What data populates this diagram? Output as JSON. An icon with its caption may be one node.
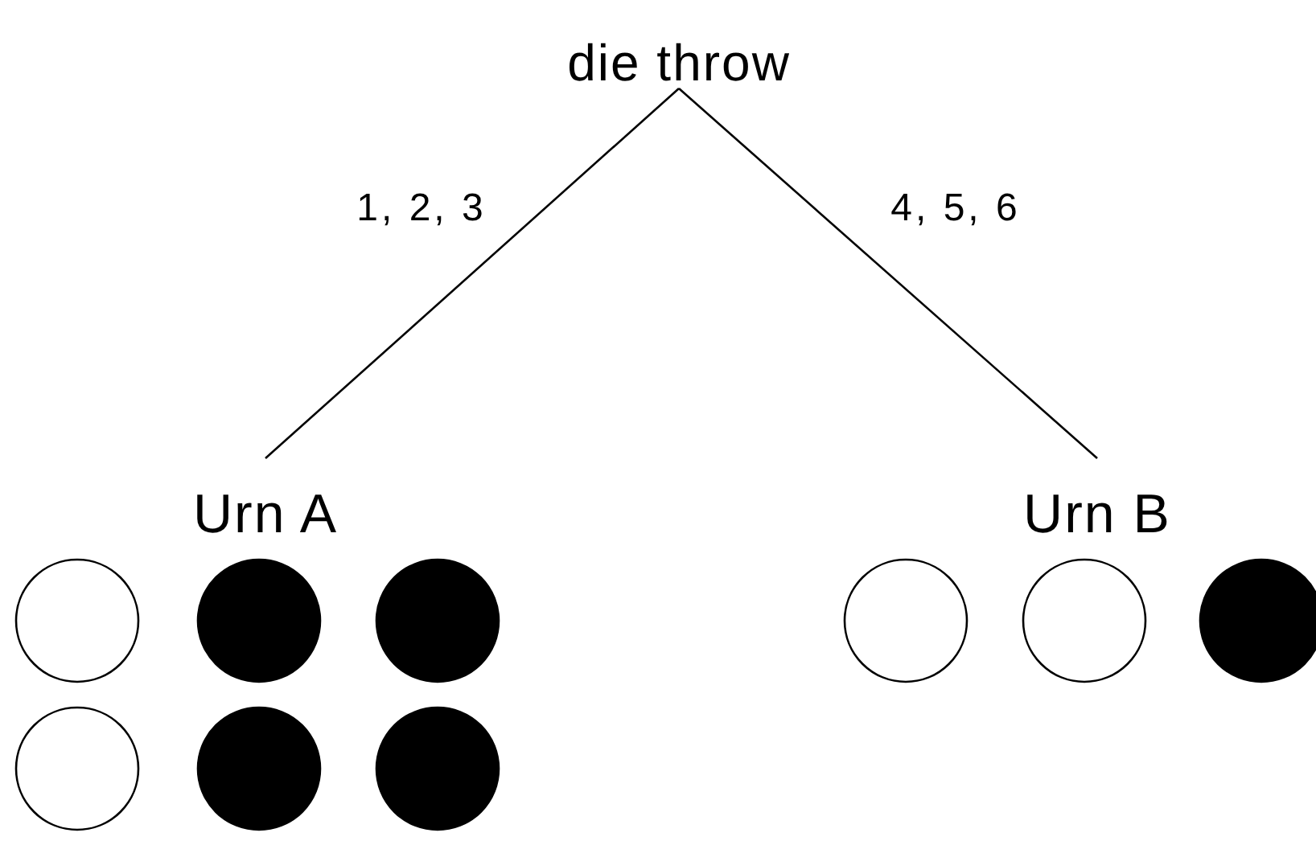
{
  "diagram": {
    "nodes": [
      {
        "text": [
          "die throw"
        ]
      },
      {
        "text": [
          "Urn A"
        ]
      },
      {
        "text": [
          "Urn B"
        ]
      }
    ],
    "edges": [
      {
        "from": 0,
        "to": 1,
        "arrow": "none",
        "label": "1, 2, 3"
      },
      {
        "from": 0,
        "to": 2,
        "arrow": "none",
        "label": "4, 5, 6"
      }
    ]
  }
}
